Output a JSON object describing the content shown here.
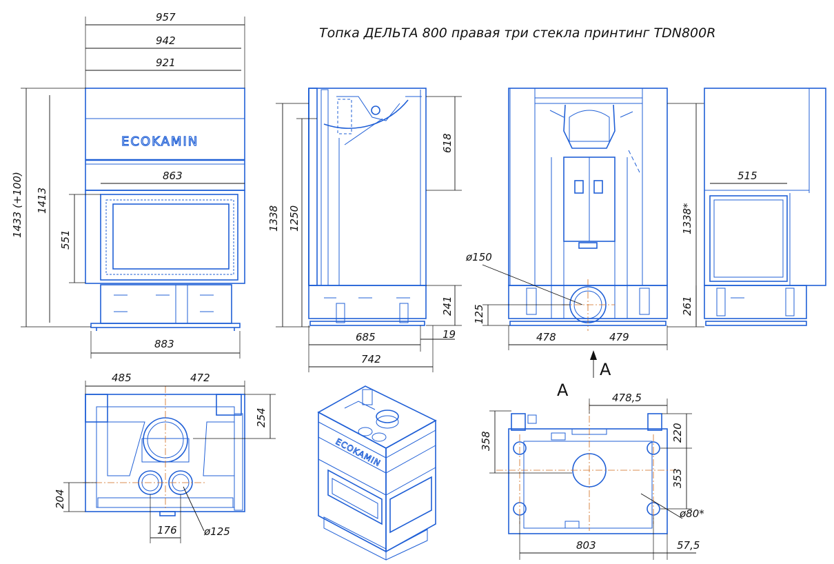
{
  "title": "Топка ДЕЛЬТА 800 правая три стекла принтинг TDN800R",
  "brand": "ECOKAMIN",
  "section_label": "A",
  "views": {
    "front": {
      "width_total": "957",
      "width_mid": "942",
      "width_inner": "921",
      "glass_width": "863",
      "base_width": "883",
      "height_total": "1433 (+100)",
      "height_body": "1413",
      "glass_height": "551"
    },
    "side": {
      "height_total": "1338",
      "height_body": "1250",
      "top_part": "618",
      "bottom_part": "241",
      "depth": "685",
      "depth_total": "742",
      "offset": "19"
    },
    "back": {
      "flue_diameter": "ø150",
      "flue_height": "125",
      "left": "478",
      "right": "479",
      "height": "1338*",
      "bottom": "261"
    },
    "right_side": {
      "glass_width": "515"
    },
    "top": {
      "left": "485",
      "right": "472",
      "depth": "254",
      "air_height": "204",
      "air_spacing": "176",
      "air_diameter": "ø125"
    },
    "bottom": {
      "offset": "478,5",
      "depth_a": "358",
      "depth_b": "220",
      "depth_c": "353",
      "width": "803",
      "edge": "57,5",
      "leg_diameter": "ø80*"
    }
  }
}
